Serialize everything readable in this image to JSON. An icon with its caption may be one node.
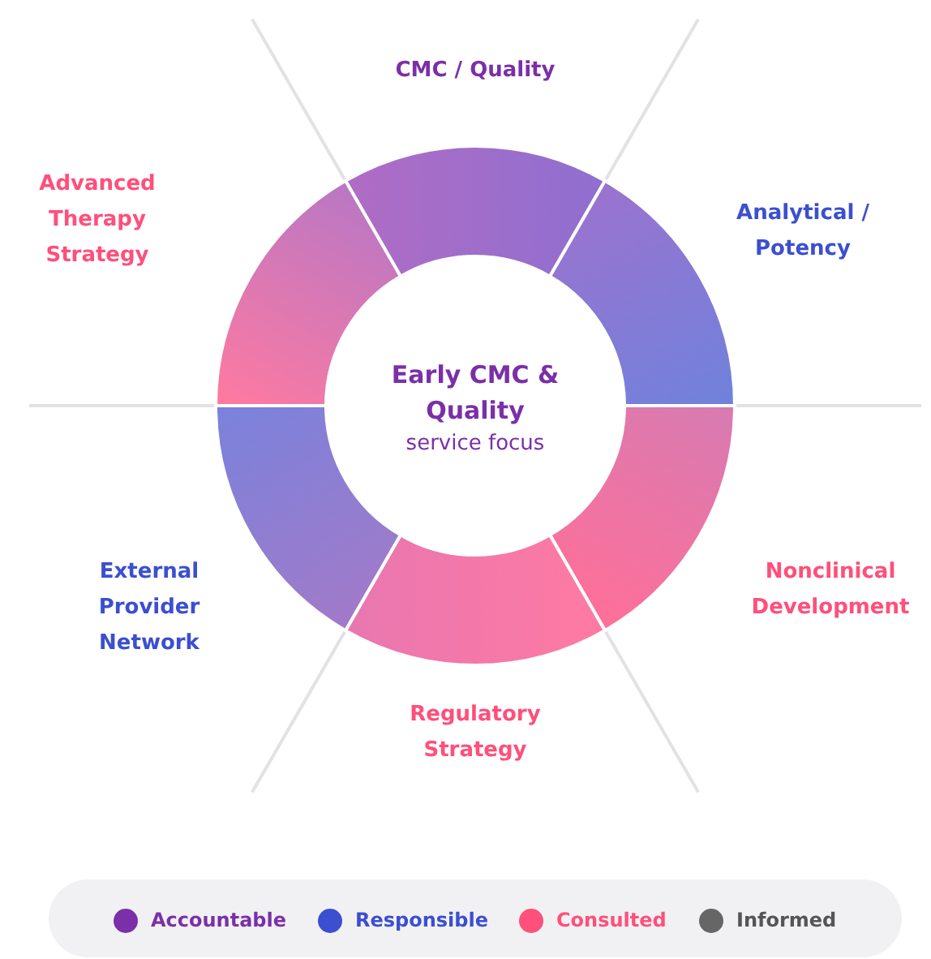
{
  "diagram": {
    "nodes": [
      {
        "text": [
          "Early CMC & Quality",
          "service focus"
        ]
      },
      {
        "text": [
          "CMC / Quality"
        ]
      },
      {
        "text": [
          "Analytical / Potency"
        ]
      },
      {
        "text": [
          "Nonclinical Development"
        ]
      },
      {
        "text": [
          "Regulatory Strategy"
        ]
      },
      {
        "text": [
          "External Provider Network"
        ]
      },
      {
        "text": [
          "Advanced Therapy Strategy"
        ]
      }
    ],
    "edges": [],
    "legend": [
      {
        "text": "Accountable",
        "color": "#7b2fa8"
      },
      {
        "text": "Responsible",
        "color": "#3b4fd0"
      },
      {
        "text": "Consulted",
        "color": "#ff4f7b"
      },
      {
        "text": "Informed",
        "color": "#666666"
      }
    ]
  }
}
